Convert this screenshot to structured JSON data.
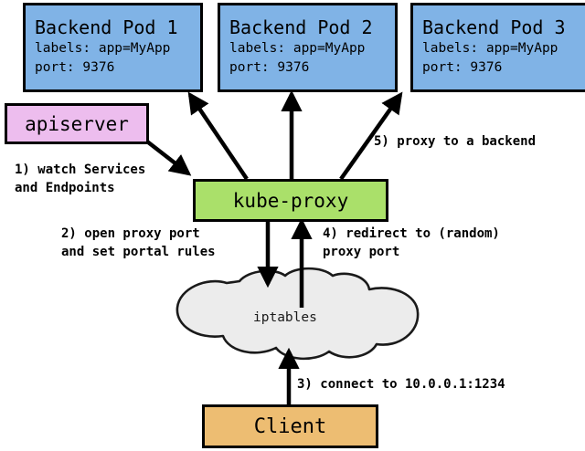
{
  "diagram": {
    "title": "kube-proxy service proxying flow",
    "colors": {
      "pod_fill": "#80b3e6",
      "apiserver_fill": "#edbdee",
      "kubeproxy_fill": "#aae06a",
      "client_fill": "#edbd72",
      "cloud_fill": "#ececec",
      "stroke": "#000000",
      "background": "#ffffff"
    },
    "pods": [
      {
        "title": "Backend Pod 1",
        "labels_line": "labels: app=MyApp",
        "port_line": "port: 9376"
      },
      {
        "title": "Backend Pod 2",
        "labels_line": "labels: app=MyApp",
        "port_line": "port: 9376"
      },
      {
        "title": "Backend Pod 3",
        "labels_line": "labels: app=MyApp",
        "port_line": "port: 9376"
      }
    ],
    "apiserver": {
      "label": "apiserver"
    },
    "kubeproxy": {
      "label": "kube-proxy"
    },
    "iptables": {
      "label": "iptables"
    },
    "client": {
      "label": "Client"
    },
    "edges": [
      {
        "id": "watch",
        "line1": "1) watch Services",
        "line2": "and Endpoints"
      },
      {
        "id": "open-proxy-port",
        "line1": "2) open proxy port",
        "line2": "and set portal rules"
      },
      {
        "id": "connect",
        "line1": "3) connect to 10.0.0.1:1234",
        "line2": ""
      },
      {
        "id": "redirect",
        "line1": "4) redirect to (random)",
        "line2": "proxy port"
      },
      {
        "id": "proxy-backend",
        "line1": "5) proxy to a backend",
        "line2": ""
      }
    ]
  }
}
